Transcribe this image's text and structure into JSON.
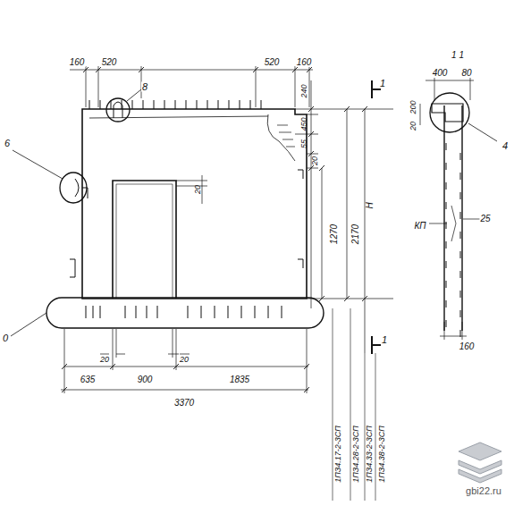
{
  "diagram": {
    "labels": [
      "160",
      "520",
      "520",
      "160",
      "8",
      "6",
      "0",
      "1",
      "1",
      "1 1",
      "400",
      "80",
      "200",
      "20",
      "4",
      "КП",
      "25",
      "160",
      "240",
      "450",
      "55",
      "20",
      "20",
      "1270",
      "2170",
      "H",
      "20",
      "20",
      "635",
      "900",
      "1835",
      "3370",
      "1ПЗ4.17-2-3СП",
      "1ПЗ4.28-2-3СП",
      "1ПЗ4.33-2-3СП",
      "1ПЗ4.38-2-3СП",
      "gbi22.ru"
    ]
  }
}
